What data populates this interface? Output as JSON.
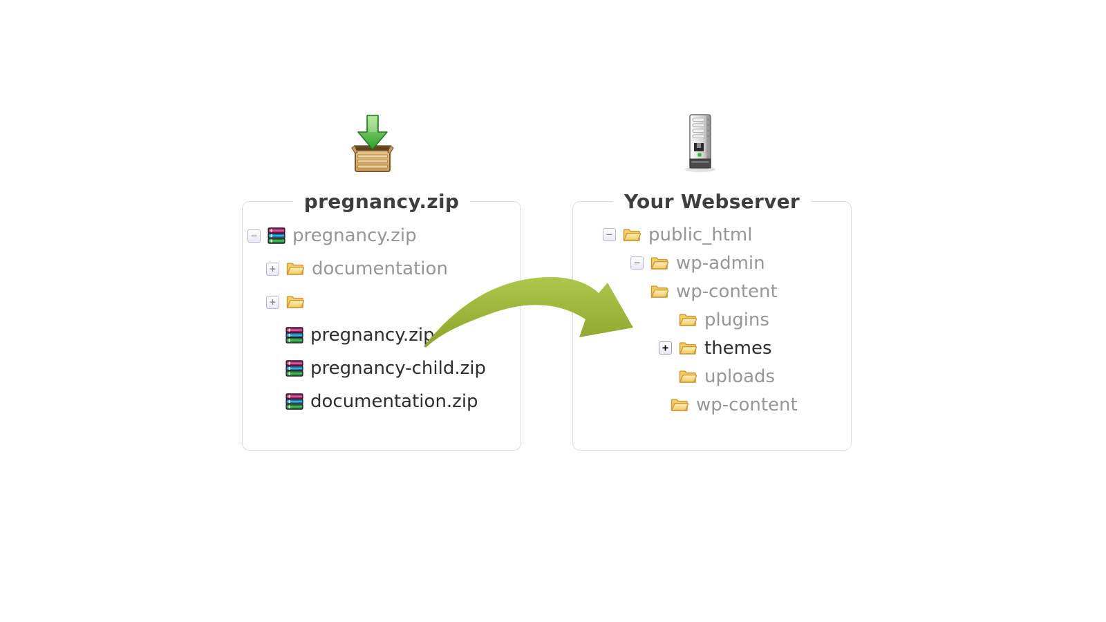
{
  "left_panel": {
    "title": "pregnancy.zip",
    "icon": "extract-box-icon",
    "tree": [
      {
        "label": "pregnancy.zip",
        "type": "archive",
        "expander": "minus",
        "level": 0,
        "emphasis": false
      },
      {
        "label": "documentation",
        "type": "folder",
        "expander": "plus",
        "level": 1,
        "emphasis": false
      },
      {
        "label": "",
        "type": "folder",
        "expander": "plus",
        "level": 1,
        "emphasis": false
      },
      {
        "label": "pregnancy.zip",
        "type": "archive",
        "expander": "none",
        "level": 2,
        "emphasis": true
      },
      {
        "label": "pregnancy-child.zip",
        "type": "archive",
        "expander": "none",
        "level": 2,
        "emphasis": true
      },
      {
        "label": "documentation.zip",
        "type": "archive",
        "expander": "none",
        "level": 2,
        "emphasis": true
      }
    ]
  },
  "right_panel": {
    "title": "Your Webserver",
    "icon": "webserver-icon",
    "tree": [
      {
        "label": "public_html",
        "type": "folder",
        "expander": "minus",
        "level": 0,
        "emphasis": false
      },
      {
        "label": "wp-admin",
        "type": "folder",
        "expander": "minus",
        "level": 1,
        "emphasis": false
      },
      {
        "label": "wp-content",
        "type": "folder",
        "expander": "none",
        "level": 1,
        "emphasis": false
      },
      {
        "label": "plugins",
        "type": "folder",
        "expander": "none",
        "level": 2,
        "emphasis": false
      },
      {
        "label": "themes",
        "type": "folder",
        "expander": "plus-bold",
        "level": 2,
        "emphasis": true
      },
      {
        "label": "uploads",
        "type": "folder",
        "expander": "none",
        "level": 2,
        "emphasis": false
      },
      {
        "label": "wp-content",
        "type": "folder",
        "expander": "none",
        "level": 1.5,
        "emphasis": false
      }
    ]
  },
  "arrow": {
    "meaning": "upload-zip-files-to-themes-folder"
  },
  "expander_glyphs": {
    "minus": "−",
    "plus": "+",
    "plus-bold": "+"
  },
  "colors": {
    "arrow_green": "#9fb63b",
    "folder_yellow": "#f5cd63",
    "gray_text": "#969696",
    "dark_text": "#2d2d2d",
    "title_text": "#3e3e3e",
    "panel_border": "#dcdcdc",
    "expander_border": "#b6b6da"
  }
}
